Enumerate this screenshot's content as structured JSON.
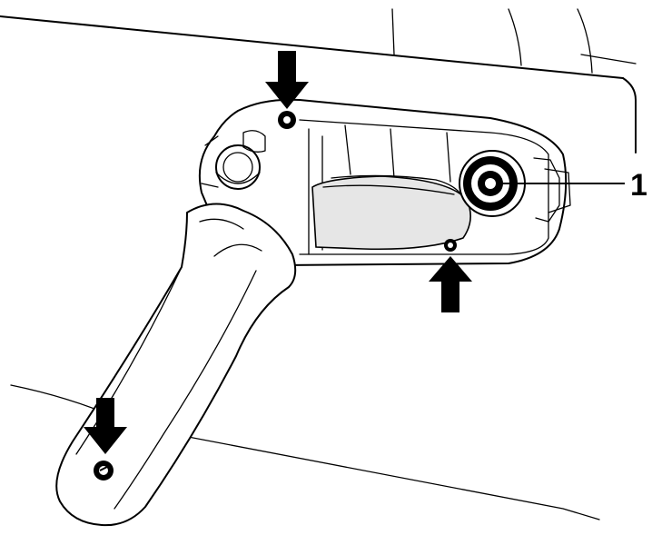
{
  "callouts": [
    {
      "label": "1"
    }
  ],
  "colors": {
    "ink": "#000000",
    "paper": "#ffffff"
  },
  "arrows": [
    {
      "name": "arrow-top-screw",
      "direction": "down"
    },
    {
      "name": "arrow-lower-screw",
      "direction": "up"
    },
    {
      "name": "arrow-grip-screw",
      "direction": "down"
    }
  ]
}
